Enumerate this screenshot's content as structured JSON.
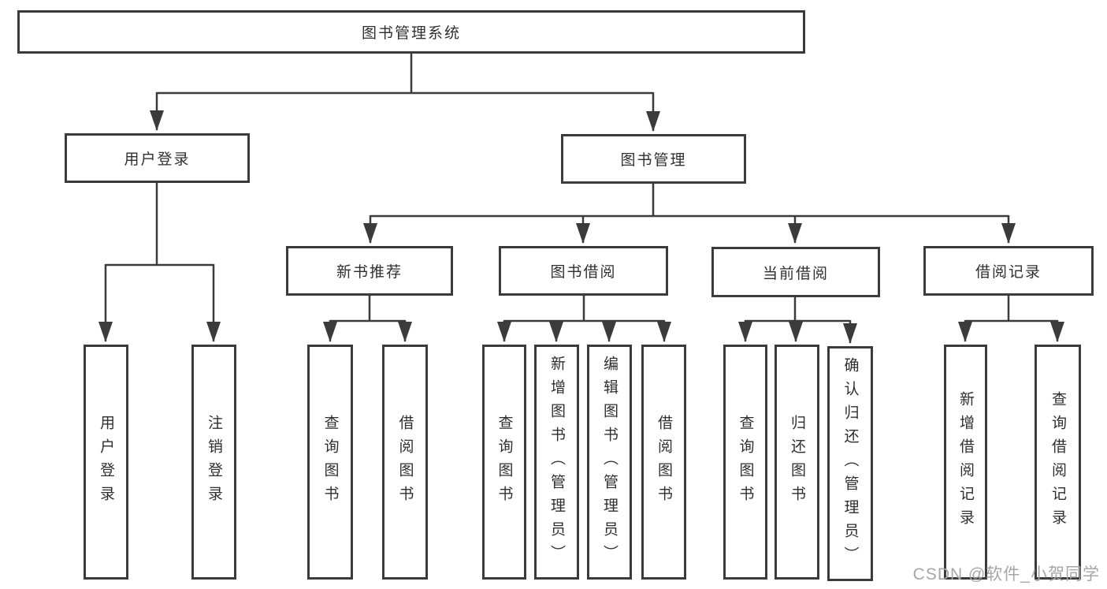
{
  "diagram_title": "图书管理系统",
  "colors": {
    "line": "#3b3b3b",
    "box_border": "#3b3b3b",
    "box_background": "#ffffff",
    "text": "#2f2f2f",
    "watermark": "#a6a6a6"
  },
  "nodes": {
    "root": {
      "label": "图书管理系统"
    },
    "user_login": {
      "label": "用户登录"
    },
    "book_mgmt": {
      "label": "图书管理"
    },
    "new_book_rec": {
      "label": "新书推荐"
    },
    "book_borrow": {
      "label": "图书借阅"
    },
    "current_borrow": {
      "label": "当前借阅"
    },
    "borrow_record": {
      "label": "借阅记录"
    },
    "leaf_user_login": {
      "label": "用户登录"
    },
    "leaf_logout": {
      "label": "注销登录"
    },
    "leaf_query_book_a": {
      "label": "查询图书"
    },
    "leaf_borrow_book_a": {
      "label": "借阅图书"
    },
    "leaf_query_book_b": {
      "label": "查询图书"
    },
    "leaf_add_book": {
      "label": "新增图书（管理员）"
    },
    "leaf_edit_book": {
      "label": "编辑图书（管理员）"
    },
    "leaf_borrow_book_b": {
      "label": "借阅图书"
    },
    "leaf_query_book_c": {
      "label": "查询图书"
    },
    "leaf_return_book": {
      "label": "归还图书"
    },
    "leaf_confirm_return": {
      "label": "确认归还（管理员）"
    },
    "leaf_add_record": {
      "label": "新增借阅记录"
    },
    "leaf_query_record": {
      "label": "查询借阅记录"
    }
  },
  "hierarchy": {
    "图书管理系统": {
      "用户登录": [
        "用户登录",
        "注销登录"
      ],
      "图书管理": {
        "新书推荐": [
          "查询图书",
          "借阅图书"
        ],
        "图书借阅": [
          "查询图书",
          "新增图书（管理员）",
          "编辑图书（管理员）",
          "借阅图书"
        ],
        "当前借阅": [
          "查询图书",
          "归还图书",
          "确认归还（管理员）"
        ],
        "借阅记录": [
          "新增借阅记录",
          "查询借阅记录"
        ]
      }
    }
  },
  "watermark": {
    "text": "CSDN @软件_小贺同学"
  }
}
